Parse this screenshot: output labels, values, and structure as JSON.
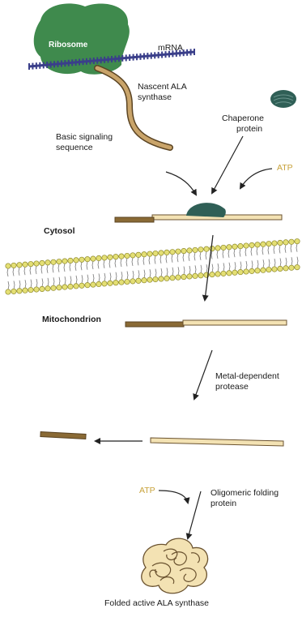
{
  "labels": {
    "ribosome": "Ribosome",
    "mrna": "mRNA",
    "nascent_line1": "Nascent ALA",
    "nascent_line2": "synthase",
    "basic_line1": "Basic signaling",
    "basic_line2": "sequence",
    "chaperone_line1": "Chaperone",
    "chaperone_line2": "protein",
    "atp_top": "ATP",
    "cytosol": "Cytosol",
    "mitochondrion": "Mitochondrion",
    "protease_line1": "Metal-dependent",
    "protease_line2": "protease",
    "atp_bottom": "ATP",
    "oligo_line1": "Oligomeric folding",
    "oligo_line2": "protein",
    "folded": "Folded active ALA synthase"
  },
  "colors": {
    "ribosome": "#3f8a4d",
    "mrna": "#3a3f8a",
    "chaperone": "#2f5f56",
    "precursor": "#f3e2b3",
    "signal_seq": "#8a6a35",
    "membrane_head": "#e4df74",
    "atp": "#c8a23a"
  }
}
